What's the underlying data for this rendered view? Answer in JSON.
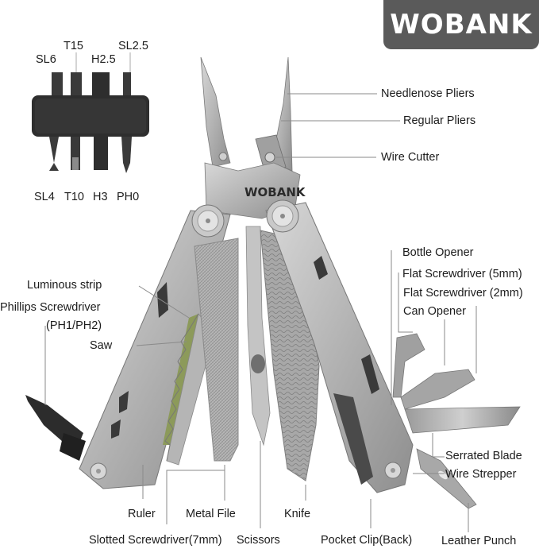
{
  "brand": {
    "logo_text": "WOBANK",
    "handle_engraving": "WOBANK",
    "logo_bg": "#5a5a5a"
  },
  "bit_holder": {
    "top_bits": [
      "SL6",
      "T15",
      "H2.5",
      "SL2.5"
    ],
    "bottom_bits": [
      "SL4",
      "T10",
      "H3",
      "PH0"
    ]
  },
  "labels": {
    "needlenose_pliers": "Needlenose Pliers",
    "regular_pliers": "Regular Pliers",
    "wire_cutter": "Wire Cutter",
    "bottle_opener": "Bottle Opener",
    "flat_screwdriver_5": "Flat Screwdriver (5mm)",
    "flat_screwdriver_2": "Flat Screwdriver (2mm)",
    "can_opener": "Can Opener",
    "luminous_strip": "Luminous strip",
    "phillips_screwdriver": "Phillips Screwdriver",
    "phillips_sizes": "(PH1/PH2)",
    "saw": "Saw",
    "serrated_blade": "Serrated Blade",
    "wire_stripper": "Wire Strepper",
    "ruler": "Ruler",
    "metal_file": "Metal File",
    "knife": "Knife",
    "slotted_screwdriver": "Slotted Screwdriver(7mm)",
    "scissors": "Scissors",
    "pocket_clip": "Pocket Clip(Back)",
    "leather_punch": "Leather Punch"
  },
  "colors": {
    "steel": "#b9b9b9",
    "steel_dark": "#8c8c8c",
    "holder": "#2c2c2c",
    "line": "#8a8a8a",
    "luminous": "#8c9a5a"
  }
}
